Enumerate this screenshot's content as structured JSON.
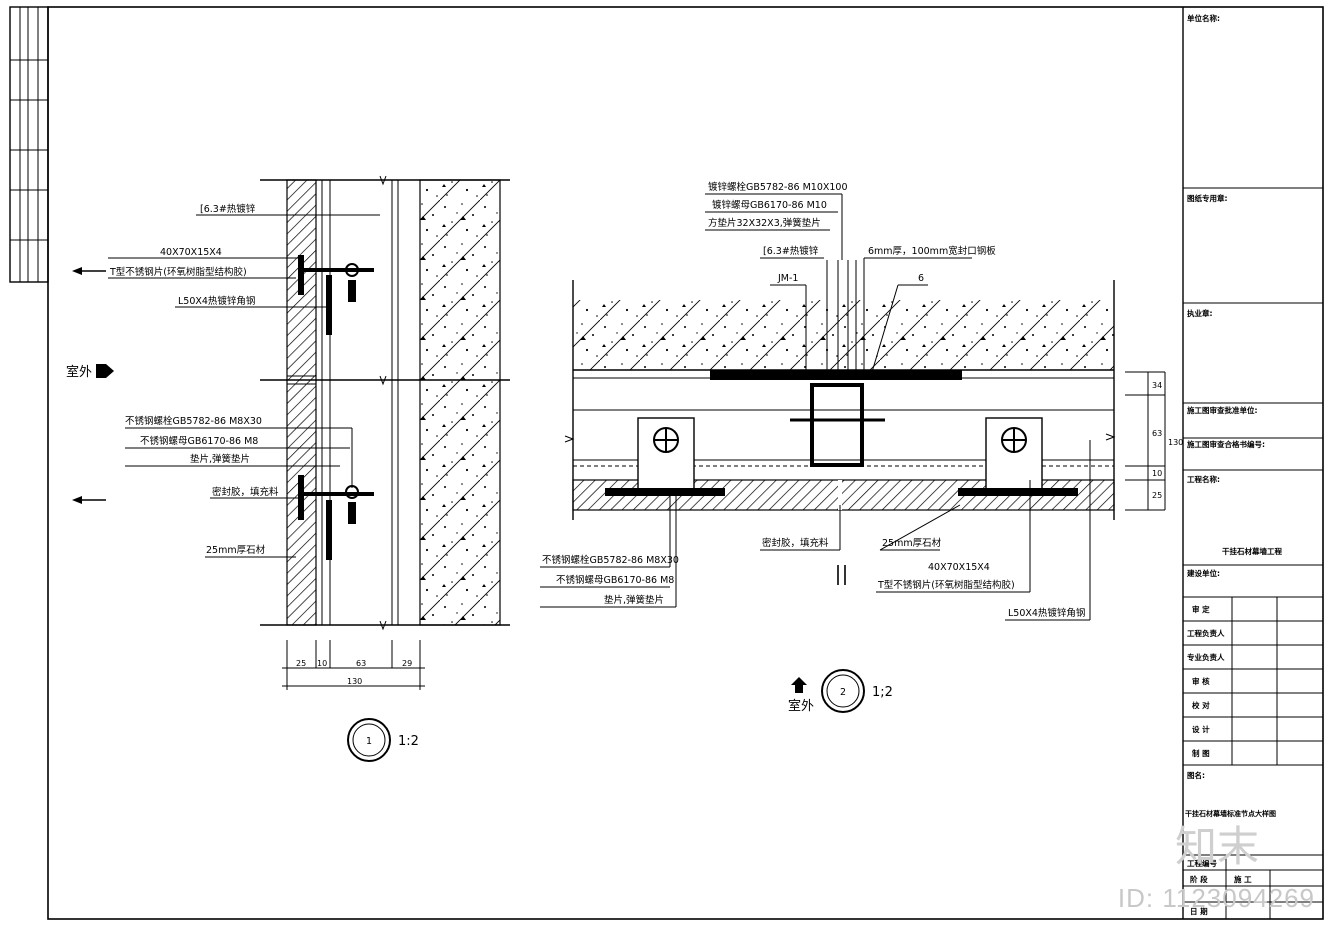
{
  "left_detail": {
    "labels": {
      "channel": "[6.3#热镀锌",
      "tbar_size": "40X70X15X4",
      "tbar": "T型不锈钢片(环氧树脂型结构胶)",
      "angle": "L50X4热镀锌角钢",
      "outdoor": "室外",
      "bolt": "不锈钢螺栓GB5782-86 M8X30",
      "nut": "不锈钢螺母GB6170-86 M8",
      "washer": "垫片,弹簧垫片",
      "sealant": "密封胶，填充料",
      "stone": "25mm厚石材"
    },
    "dims": [
      "25",
      "10",
      "63",
      "29"
    ],
    "dim_total": "130",
    "detail_no": "1",
    "scale": "1:2"
  },
  "right_detail": {
    "labels": {
      "bolt_top": "镀锌螺栓GB5782-86 M10X100",
      "nut_top": "镀锌螺母GB6170-86 M10",
      "washer_top": "方垫片32X32X3,弹簧垫片",
      "channel": "[6.3#热镀锌",
      "plate": "6mm厚，100mm宽封口钢板",
      "jm": "JM-1",
      "weld": "6",
      "bolt": "不锈钢螺栓GB5782-86 M8X30",
      "nut": "不锈钢螺母GB6170-86 M8",
      "washer": "垫片,弹簧垫片",
      "sealant": "密封胶，填充料",
      "stone": "25mm厚石材",
      "tbar_size": "40X70X15X4",
      "tbar": "T型不锈钢片(环氧树脂型结构胶)",
      "angle": "L50X4热镀锌角钢",
      "outdoor": "室外"
    },
    "dims_v": [
      "34",
      "63",
      "10",
      "25"
    ],
    "dim_total": "130",
    "detail_no": "2",
    "scale": "1;2"
  },
  "title_block": {
    "unit": "单位名称:",
    "drawing_seal": "图纸专用章:",
    "practice_seal": "执业章:",
    "review_unit": "施工图审查批准单位:",
    "cert_no": "施工图审查合格书编号:",
    "project_label": "工程名称:",
    "project_name": "干挂石材幕墙工程",
    "build_unit": "建设单位:",
    "roles": [
      "审  定",
      "工程负责人",
      "专业负责人",
      "审  核",
      "校  对",
      "设  计",
      "制  图"
    ],
    "drawing_name_label": "图名:",
    "drawing_name": "干挂石材幕墙标准节点大样图",
    "project_no": "工程编号",
    "stage_label": "阶  段",
    "stage_value": "施  工",
    "date_label": "日  期"
  },
  "watermark": {
    "logo": "知末",
    "id": "ID: 1123094269"
  }
}
